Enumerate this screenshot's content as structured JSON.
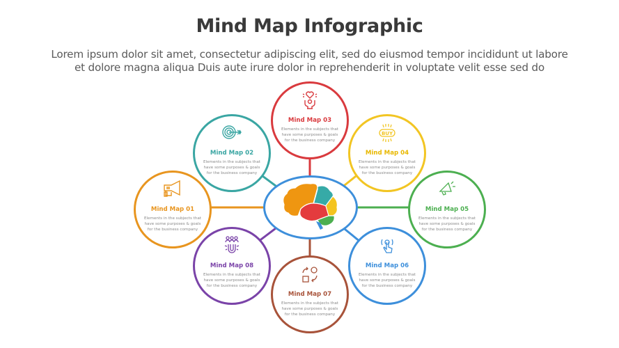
{
  "header": {
    "title": "Mind Map Infographic",
    "subtitle_line1": "Lorem ipsum dolor sit amet, consectetur adipiscing elit, sed do eiusmod tempor incididunt ut labore",
    "subtitle_line2": "et dolore magna aliqua Duis aute irure dolor in reprehenderit in voluptate velit esse sed do"
  },
  "center": {
    "icon": "brain-icon",
    "border_color": "#3d8fdb"
  },
  "nodes": [
    {
      "id": "01",
      "label": "Mind Map 01",
      "icon": "megaphone-icon",
      "color": "#e8951f",
      "desc_line1": "Elements in the subjects that",
      "desc_line2": "have  some purposes & goals",
      "desc_line3": "for the  business company"
    },
    {
      "id": "02",
      "label": "Mind Map 02",
      "icon": "target-icon",
      "color": "#3aa6a3",
      "desc_line1": "Elements in the subjects that",
      "desc_line2": "have  some purposes & goals",
      "desc_line3": "for the  business company"
    },
    {
      "id": "03",
      "label": "Mind Map 03",
      "icon": "heart-hands-icon",
      "color": "#d93a3e",
      "desc_line1": "Elements in the subjects that",
      "desc_line2": "have  some purposes & goals",
      "desc_line3": "for the  business company"
    },
    {
      "id": "04",
      "label": "Mind Map 04",
      "icon": "buy-tag-icon",
      "color": "#f2c523",
      "desc_line1": "Elements in the subjects that",
      "desc_line2": "have  some purposes & goals",
      "desc_line3": "for the  business company"
    },
    {
      "id": "05",
      "label": "Mind Map 05",
      "icon": "megaphone-outline-icon",
      "color": "#4caf50",
      "desc_line1": "Elements in the subjects that",
      "desc_line2": "have  some purposes & goals",
      "desc_line3": "for the  business company"
    },
    {
      "id": "06",
      "label": "Mind Map 06",
      "icon": "touch-hand-icon",
      "color": "#3d8fdb",
      "desc_line1": "Elements in the subjects that",
      "desc_line2": "have  some purposes & goals",
      "desc_line3": "for the  business company"
    },
    {
      "id": "07",
      "label": "Mind Map 07",
      "icon": "shapes-cycle-icon",
      "color": "#a8533a",
      "desc_line1": "Elements in the subjects that",
      "desc_line2": "have  some purposes & goals",
      "desc_line3": "for the  business company"
    },
    {
      "id": "08",
      "label": "Mind Map 08",
      "icon": "magnet-people-icon",
      "color": "#7a43a8",
      "desc_line1": "Elements in the subjects that",
      "desc_line2": "have  some purposes & goals",
      "desc_line3": "for the  business company"
    }
  ]
}
